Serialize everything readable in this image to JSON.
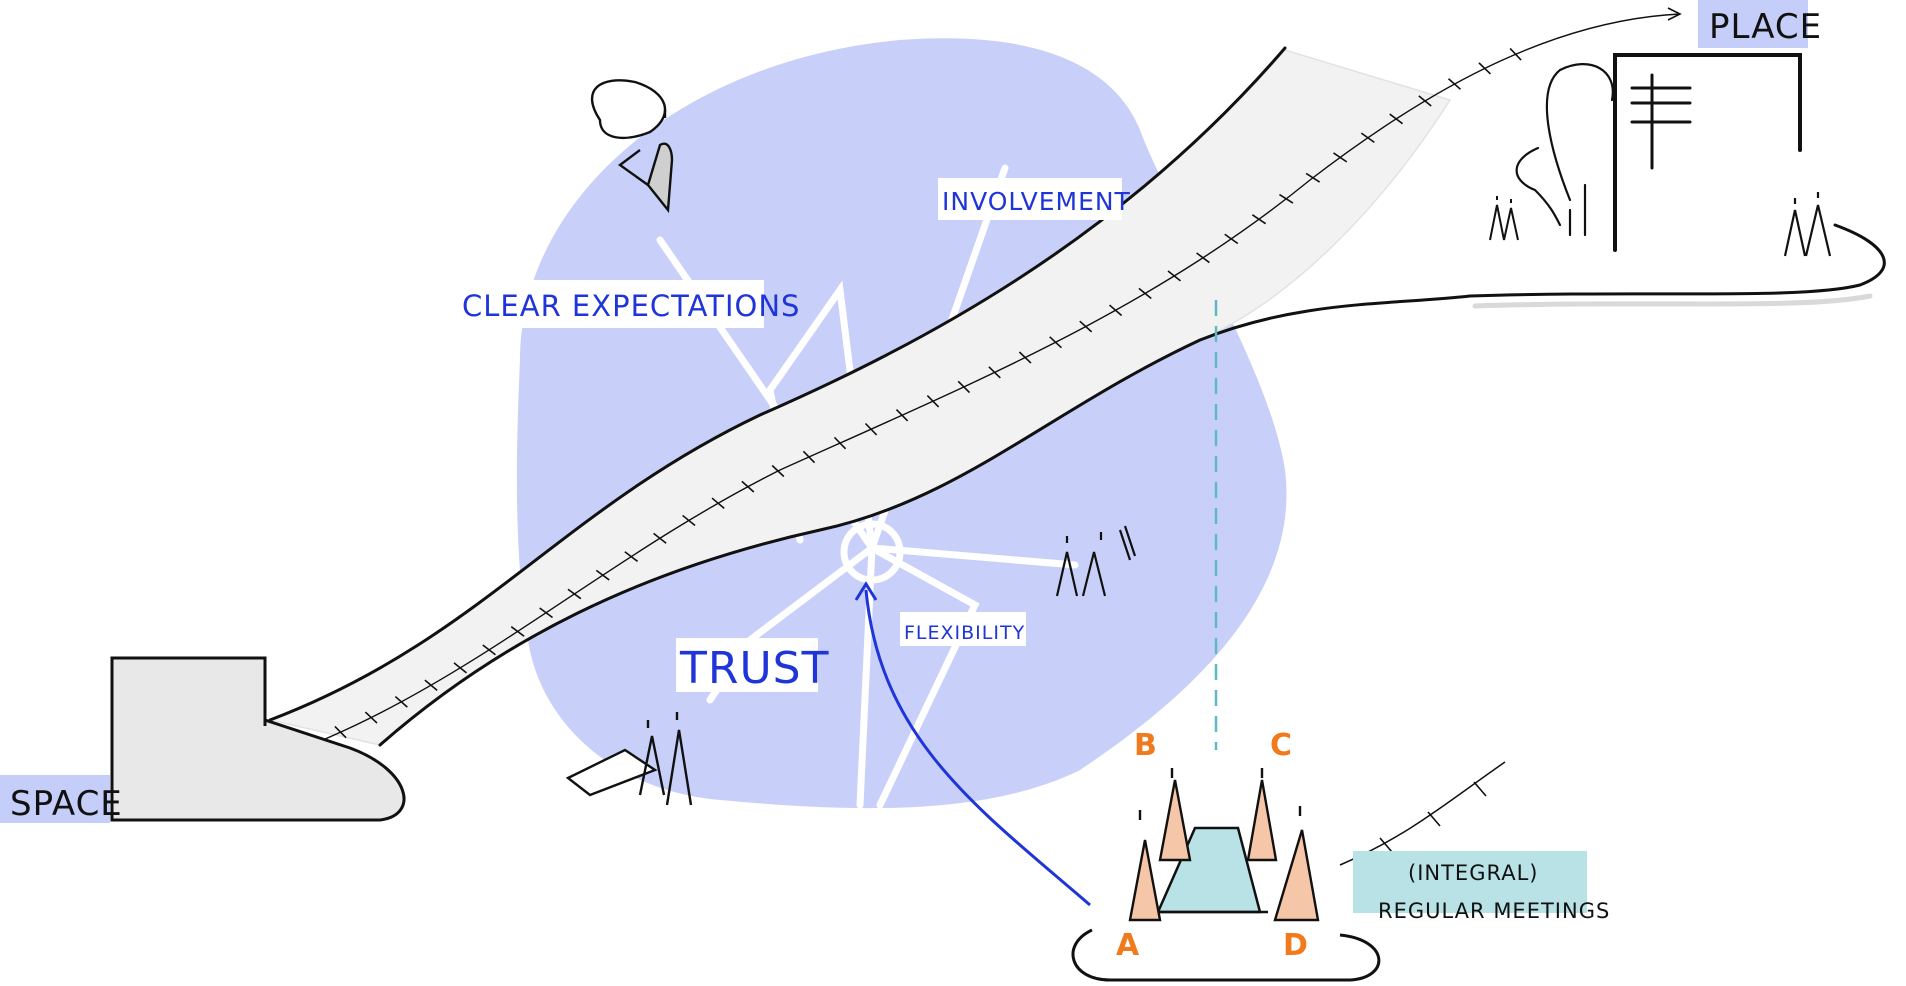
{
  "labels": {
    "place": "PLACE",
    "space": "SPACE",
    "clear_expectations": "CLEAR EXPECTATIONS",
    "involvement": "INVOLVEMENT",
    "trust": "TRUST",
    "flexibility": "FLEXIBILITY",
    "meetings_line1": "(INTEGRAL)",
    "meetings_line2": "REGULAR MEETINGS"
  },
  "participants": [
    "A",
    "B",
    "C",
    "D"
  ],
  "colors": {
    "blob": "#c8d0fa",
    "label_blue": "#1f35d8",
    "label_bg": "#ffffff",
    "tag_bg": "#c5cef9",
    "meeting_bg": "#b9e2e6",
    "orange": "#f07a1c",
    "skin": "#f6c6a8",
    "arrow": "#1f35d8",
    "dashed": "#5fb9c4",
    "road": "#f2f2f2",
    "ink": "#111111"
  }
}
